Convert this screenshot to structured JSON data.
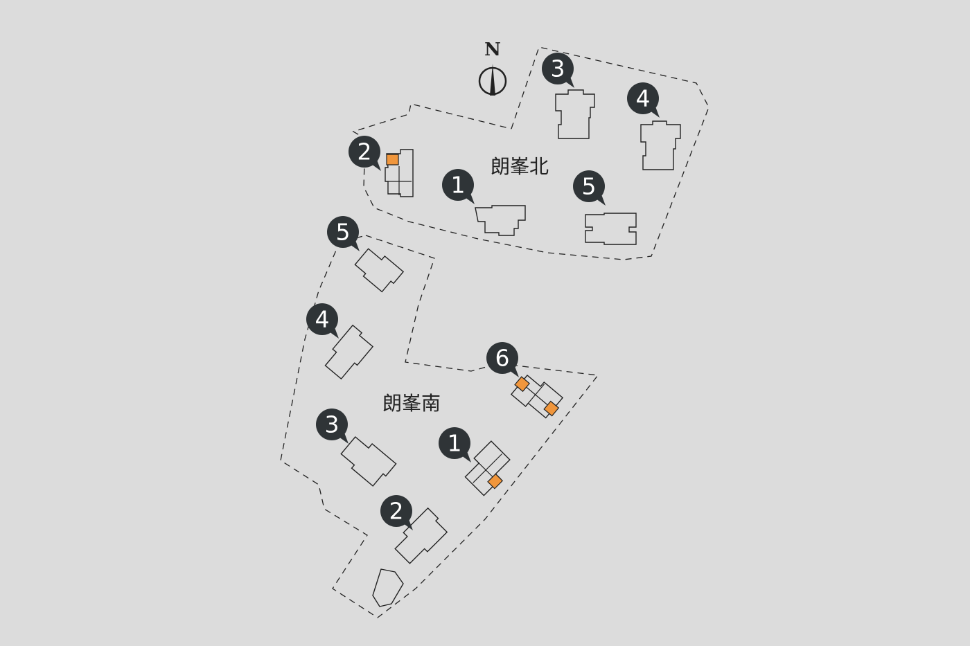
{
  "compass": {
    "label": "N"
  },
  "zones": {
    "north": {
      "name": "朗峯北",
      "buildings": [
        "1",
        "2",
        "3",
        "4",
        "5"
      ]
    },
    "south": {
      "name": "朗峯南",
      "buildings": [
        "1",
        "2",
        "3",
        "4",
        "5",
        "6"
      ]
    }
  },
  "colors": {
    "background": "#dcdcdc",
    "marker": "#2f3437",
    "highlight": "#f0963c"
  }
}
